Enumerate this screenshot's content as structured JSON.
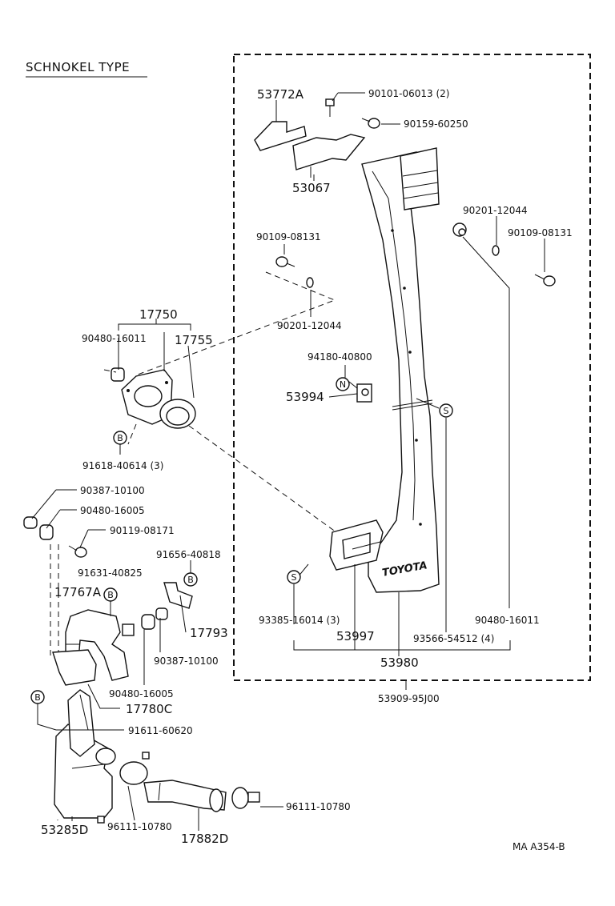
{
  "title": "SCHNOKEL TYPE",
  "ref": "MA A354-B",
  "labels": {
    "p53772a": "53772A",
    "p90101": "90101-06013 (2)",
    "p90159": "90159-60250",
    "p53067": "53067",
    "p90201a": "90201-12044",
    "p90109a": "90109-08131",
    "p90109b": "90109-08131",
    "p90201b": "90201-12044",
    "p17750": "17750",
    "p17755": "17755",
    "p90480a": "90480-16011",
    "p94180": "94180-40800",
    "p53994": "53994",
    "p91618": "91618-40614 (3)",
    "p90387a": "90387-10100",
    "p90480b": "90480-16005",
    "p90119": "90119-08171",
    "p91656": "91656-40818",
    "p91631": "91631-40825",
    "p17767a": "17767A",
    "p17793": "17793",
    "p90387b": "90387-10100",
    "p90480c": "90480-16005",
    "p17780c": "17780C",
    "p91611": "91611-60620",
    "p53285d": "53285D",
    "p96111a": "96111-10780",
    "p17882d": "17882D",
    "p96111b": "96111-10780",
    "p90480d": "90480-16011",
    "p93385": "93385-16014 (3)",
    "p53997": "53997",
    "p93566": "93566-54512 (4)",
    "p53980": "53980",
    "p53909": "53909-95J00",
    "snorkel_logo": "TOYOTA"
  },
  "markers": {
    "b": "B",
    "s": "S",
    "n": "N"
  }
}
